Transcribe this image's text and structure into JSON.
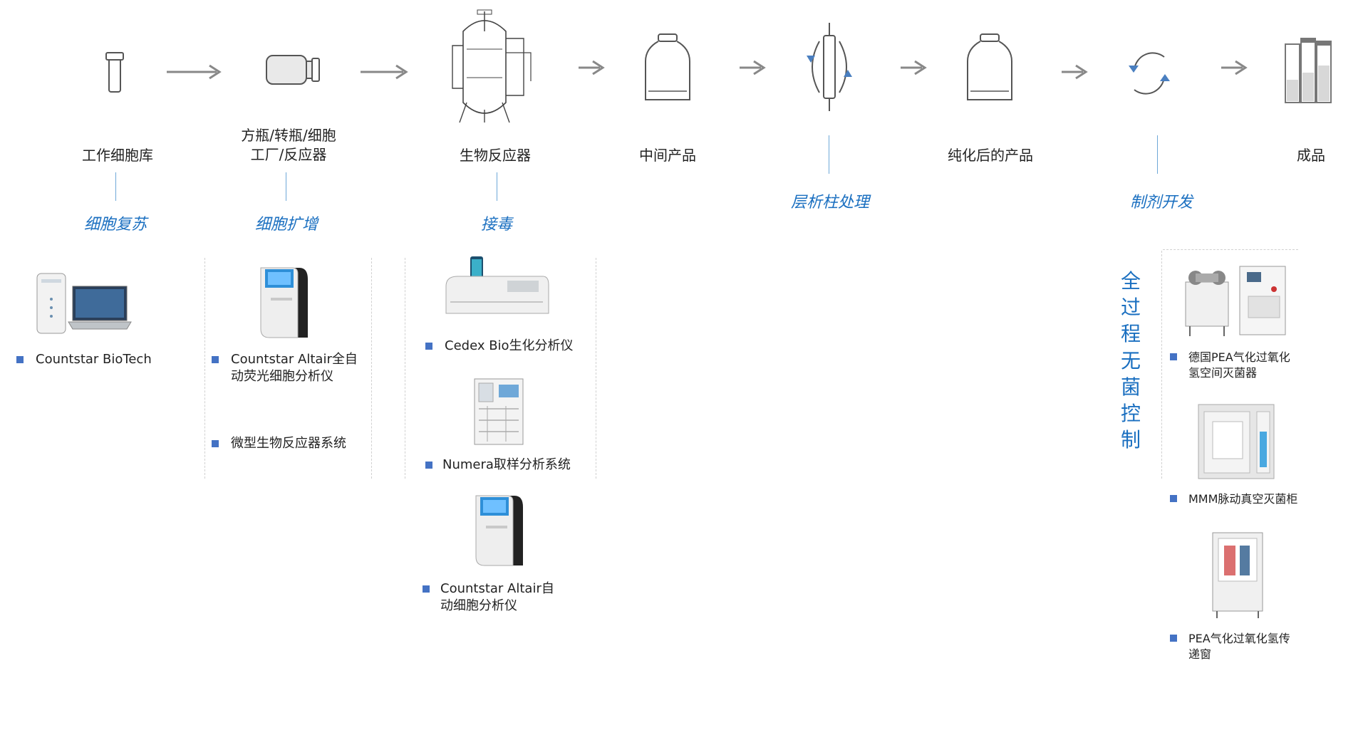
{
  "colors": {
    "accent": "#1a6fc0",
    "bullet": "#4472c4",
    "arrow": "#888888",
    "connector": "#6ea8d8",
    "outline": "#555555"
  },
  "stages": [
    {
      "label": "工作细胞库",
      "icon": "vial-icon"
    },
    {
      "label": "方瓶/转瓶/细胞\n工厂/反应器",
      "icon": "culture-bottle-icon"
    },
    {
      "label": "生物反应器",
      "icon": "bioreactor-icon"
    },
    {
      "label": "中间产品",
      "icon": "intermediate-bottle-icon"
    },
    {
      "label": "",
      "icon": "chromatography-column-icon"
    },
    {
      "label": "纯化后的产品",
      "icon": "purified-bottle-icon"
    },
    {
      "label": "",
      "icon": "cycle-icon"
    },
    {
      "label": "成品",
      "icon": "final-vials-icon"
    }
  ],
  "processes": [
    {
      "label": "细胞复苏"
    },
    {
      "label": "细胞扩增"
    },
    {
      "label": "接毒"
    },
    {
      "label": "层析柱处理"
    },
    {
      "label": "制剂开发"
    }
  ],
  "equipment": {
    "col1": [
      {
        "label": "Countstar BioTech",
        "icon": "cell-counter-laptop-icon"
      }
    ],
    "col2": [
      {
        "label": "Countstar Altair全自\n动荧光细胞分析仪",
        "icon": "fluorescence-analyzer-icon"
      },
      {
        "label": "微型生物反应器系统"
      }
    ],
    "col3": [
      {
        "label": "Cedex Bio生化分析仪",
        "icon": "biochemistry-analyzer-icon"
      },
      {
        "label": "Numera取样分析系统",
        "icon": "sampling-system-icon"
      },
      {
        "label": "Countstar Altair自\n动细胞分析仪",
        "icon": "cell-analyzer-icon"
      }
    ],
    "sterile": {
      "title": "全过程无菌控制",
      "items": [
        {
          "label": "德国PEA气化过氧化\n氢空间灭菌器",
          "icon": "h2o2-sterilizer-icon"
        },
        {
          "label": "MMM脉动真空灭菌柜",
          "icon": "vacuum-sterilizer-icon"
        },
        {
          "label": "PEA气化过氧化氢传\n递窗",
          "icon": "pass-box-icon"
        }
      ]
    }
  }
}
